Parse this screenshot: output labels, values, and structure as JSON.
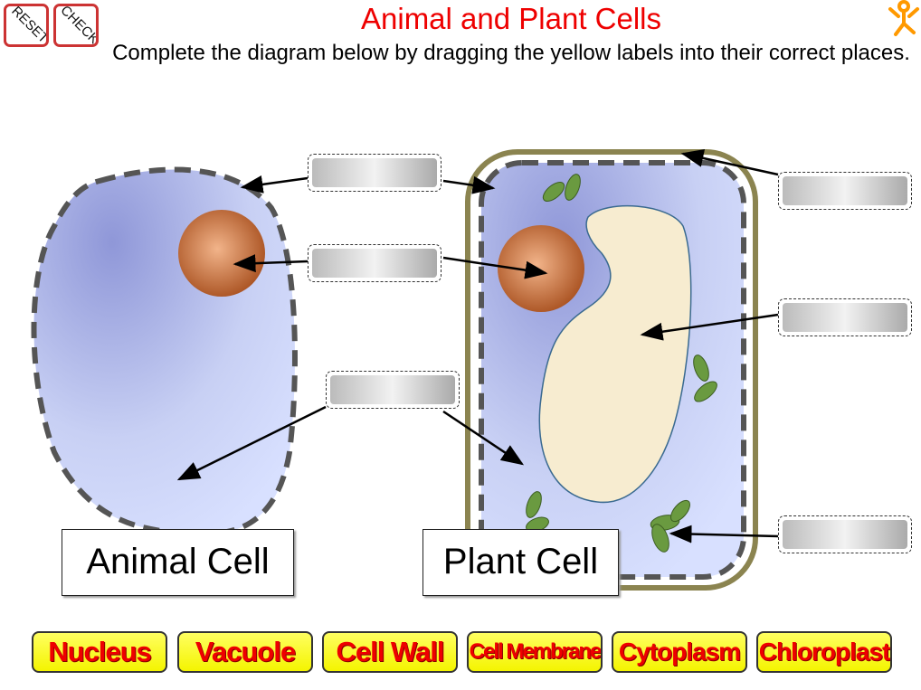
{
  "toolbar": {
    "reset_label": "RESET",
    "check_label": "CHECK"
  },
  "header": {
    "title": "Animal and Plant Cells",
    "instructions": "Complete the diagram below by dragging the yellow labels into their correct places."
  },
  "diagram": {
    "animal_cell_label": "Animal Cell",
    "plant_cell_label": "Plant Cell"
  },
  "labels": [
    {
      "text": "Nucleus"
    },
    {
      "text": "Vacuole"
    },
    {
      "text": "Cell Wall"
    },
    {
      "text": "Cell Membrane"
    },
    {
      "text": "Cytoplasm"
    },
    {
      "text": "Chloroplast"
    }
  ],
  "colors": {
    "title": "#e00000",
    "label_bg": "#ffff33",
    "label_text": "#e00000",
    "cell_wall": "#8b8450"
  }
}
